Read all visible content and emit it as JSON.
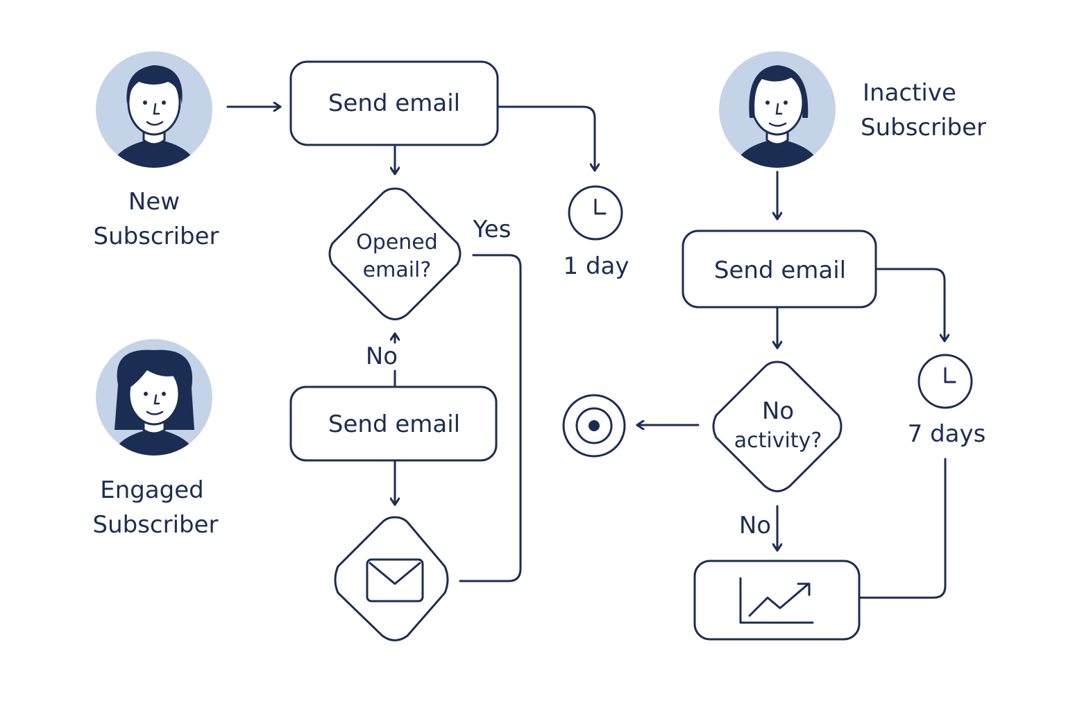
{
  "colors": {
    "ink": "#1b2d52",
    "avatar_bg": "#c5d3e8",
    "background": "#ffffff"
  },
  "personas": {
    "new": {
      "line1": "New",
      "line2": "Subscriber"
    },
    "engaged": {
      "line1": "Engaged",
      "line2": "Subscriber"
    },
    "inactive": {
      "line1": "Inactive",
      "line2": "Subscriber"
    }
  },
  "left_flow": {
    "send_email_1": "Send email",
    "decision_line1": "Opened",
    "decision_line2": "email?",
    "yes_label": "Yes",
    "no_label": "No",
    "send_email_2": "Send email",
    "wait_label": "1 day",
    "icons": [
      "clock-icon",
      "envelope-icon"
    ]
  },
  "right_flow": {
    "send_email": "Send email",
    "decision_line1": "No",
    "decision_line2": "activity?",
    "no_label": "No",
    "wait_label": "7 days",
    "icons": [
      "clock-icon",
      "target-icon",
      "trend-chart-icon"
    ]
  }
}
